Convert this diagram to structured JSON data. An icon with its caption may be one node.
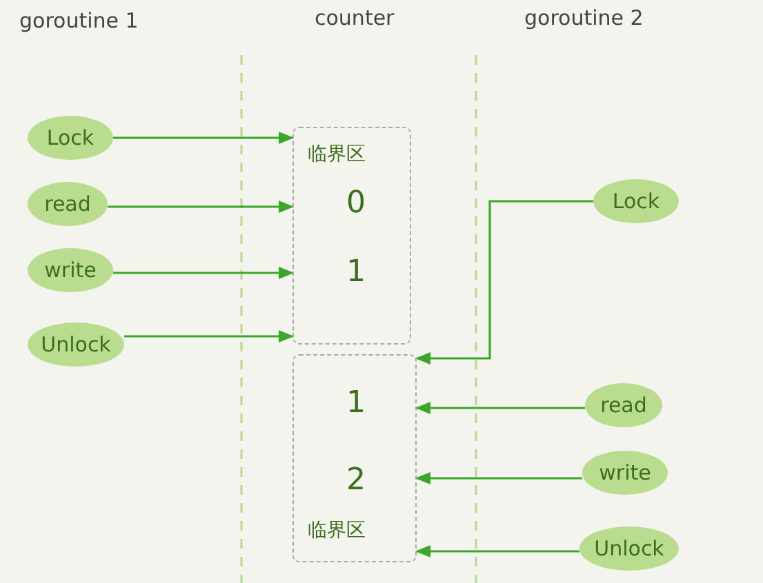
{
  "diagram": {
    "nodes": [
      {
        "text": [
          "Lock"
        ]
      },
      {
        "text": [
          "read"
        ]
      },
      {
        "text": [
          "write"
        ]
      },
      {
        "text": [
          "Unlock"
        ]
      },
      {
        "text": [
          "临界区",
          "0",
          "1"
        ]
      },
      {
        "text": [
          "1",
          "2",
          "临界区"
        ]
      },
      {
        "text": [
          "Lock"
        ]
      },
      {
        "text": [
          "read"
        ]
      },
      {
        "text": [
          "write"
        ]
      },
      {
        "text": [
          "Unlock"
        ]
      }
    ],
    "edges": [
      {
        "from": 0,
        "to": 4,
        "arrow": "to"
      },
      {
        "from": 1,
        "to": 4,
        "arrow": "to"
      },
      {
        "from": 2,
        "to": 4,
        "arrow": "to"
      },
      {
        "from": 3,
        "to": 4,
        "arrow": "to"
      },
      {
        "from": 6,
        "to": 5,
        "arrow": "to"
      },
      {
        "from": 7,
        "to": 5,
        "arrow": "to"
      },
      {
        "from": 8,
        "to": 5,
        "arrow": "to"
      },
      {
        "from": 9,
        "to": 5,
        "arrow": "to"
      }
    ],
    "labels": [
      "goroutine 1",
      "counter",
      "goroutine 2"
    ]
  }
}
